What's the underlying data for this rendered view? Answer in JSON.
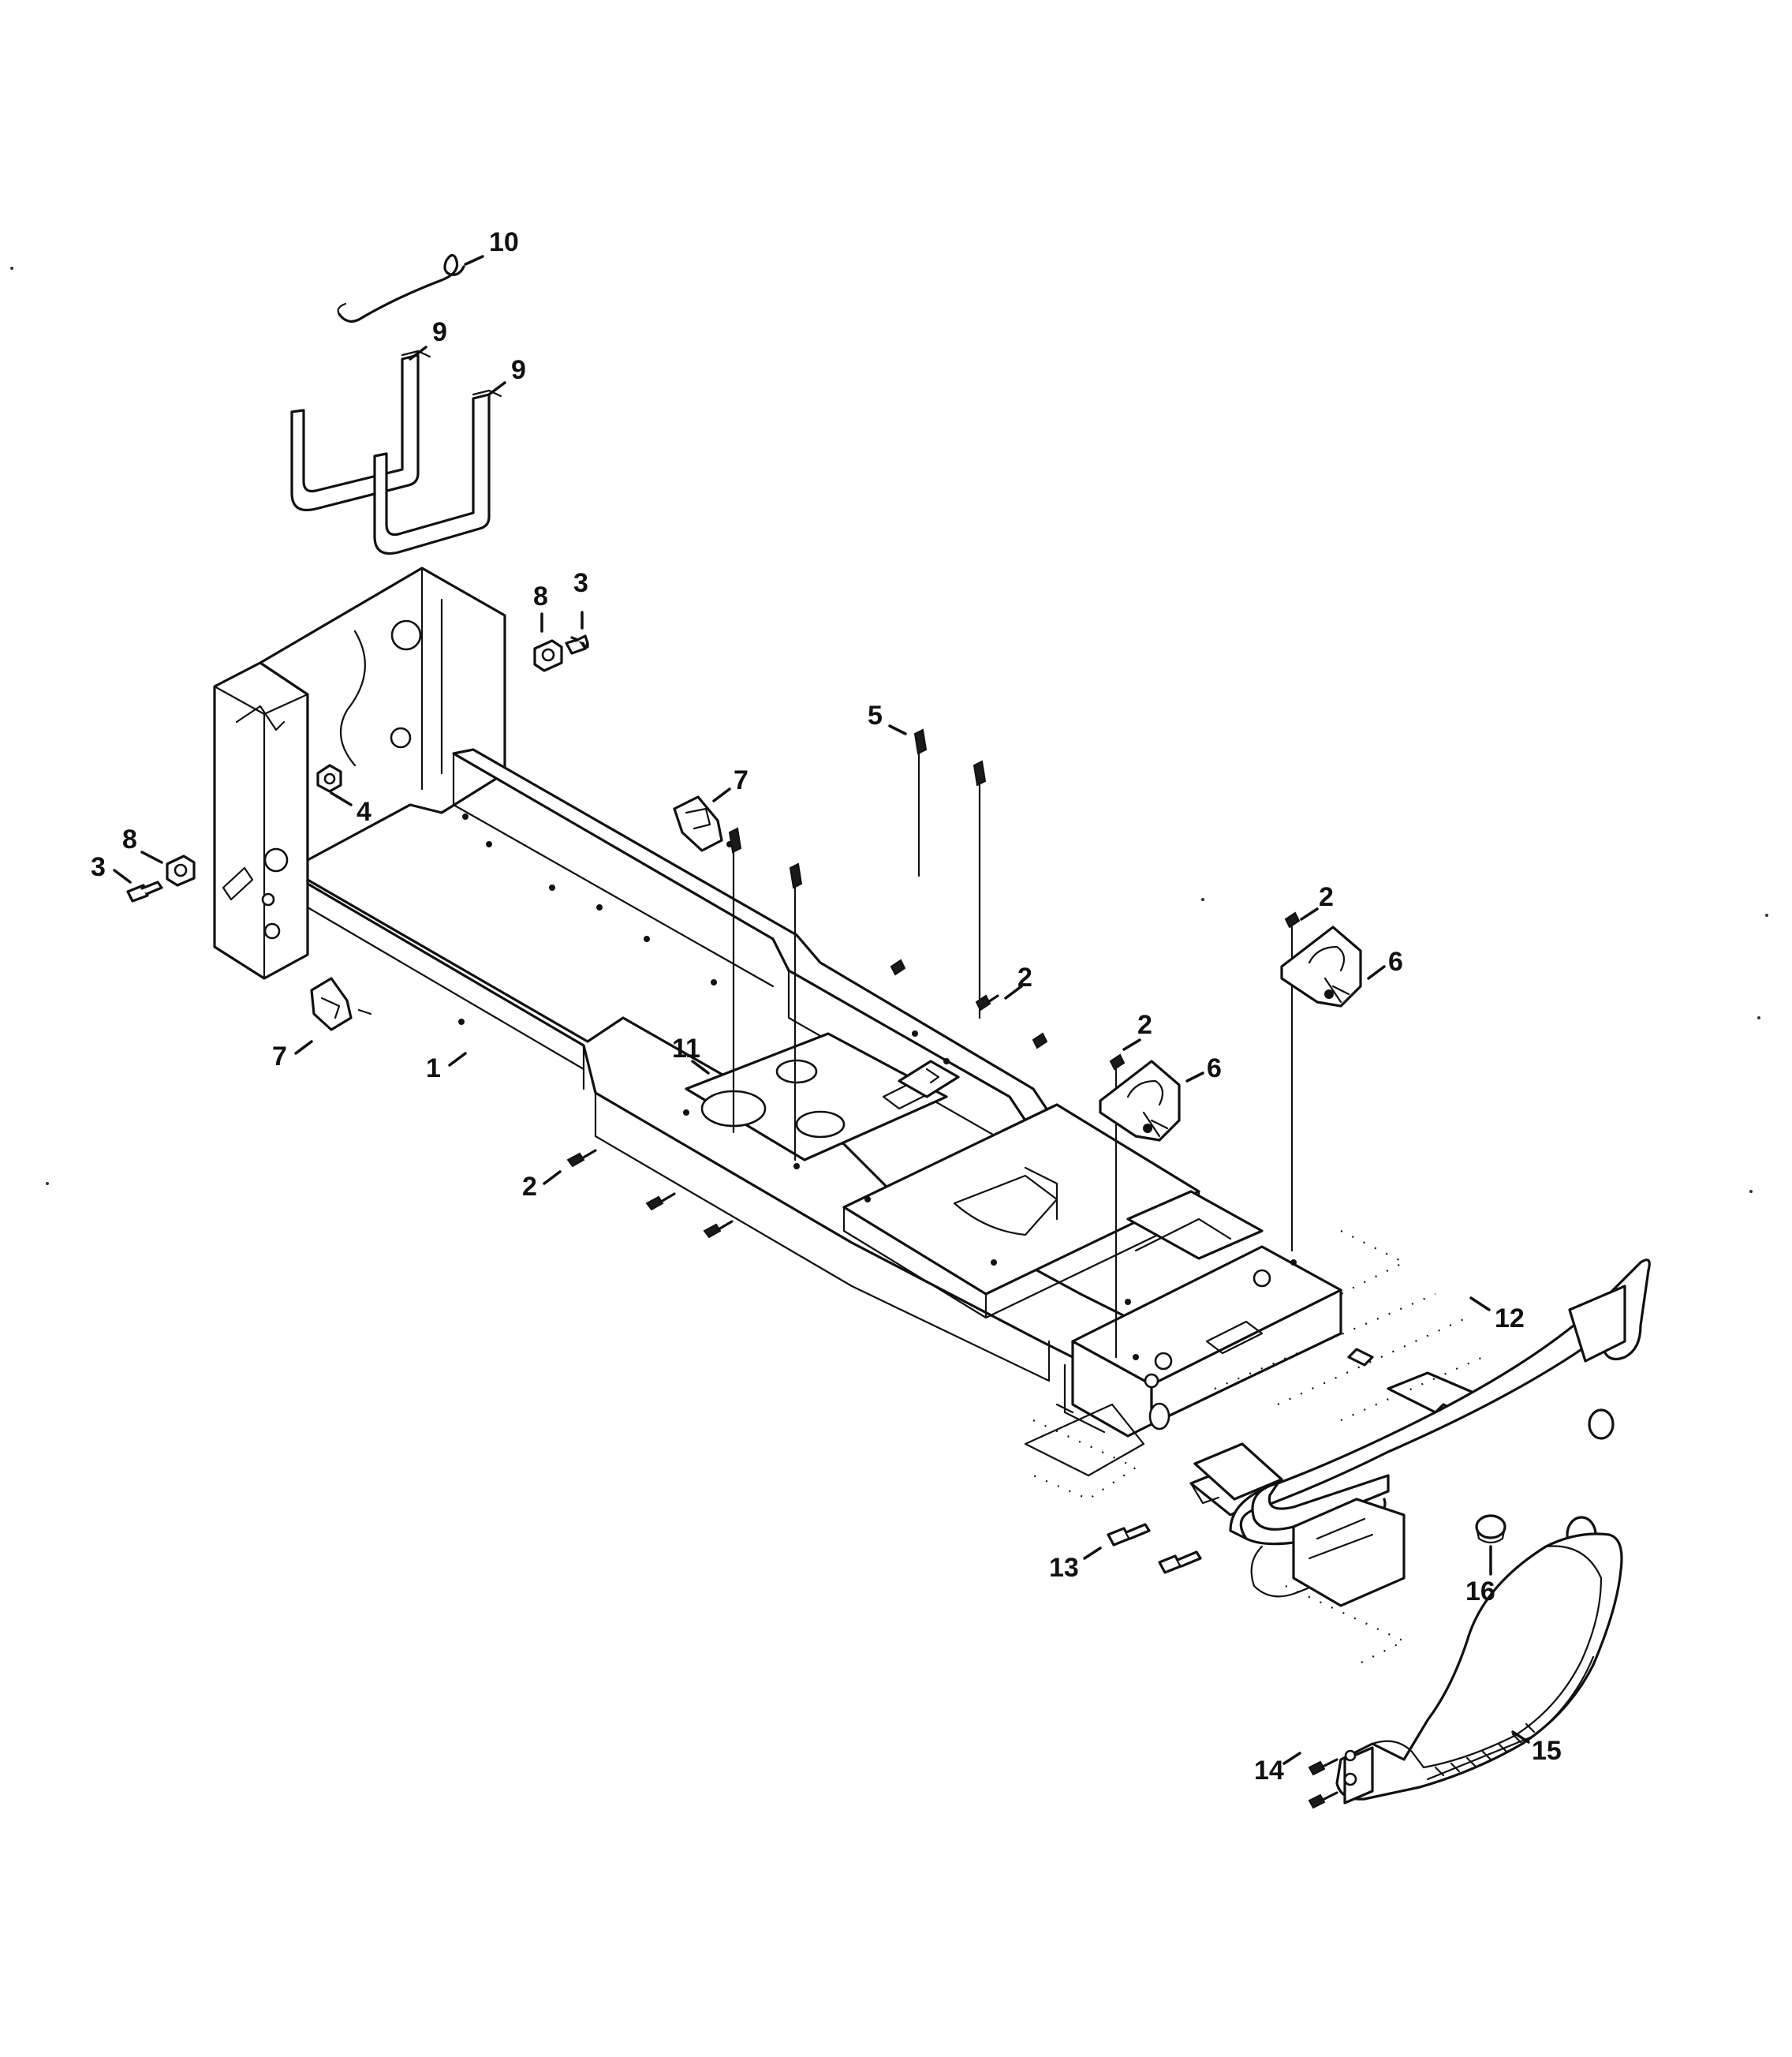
{
  "callouts": [
    {
      "label": "10"
    },
    {
      "label": "9"
    },
    {
      "label": "9"
    },
    {
      "label": "8"
    },
    {
      "label": "3"
    },
    {
      "label": "4"
    },
    {
      "label": "8"
    },
    {
      "label": "3"
    },
    {
      "label": "7"
    },
    {
      "label": "7"
    },
    {
      "label": "1"
    },
    {
      "label": "5"
    },
    {
      "label": "11"
    },
    {
      "label": "2"
    },
    {
      "label": "2"
    },
    {
      "label": "2"
    },
    {
      "label": "6"
    },
    {
      "label": "2"
    },
    {
      "label": "6"
    },
    {
      "label": "12"
    },
    {
      "label": "13"
    },
    {
      "label": "16"
    },
    {
      "label": "15"
    },
    {
      "label": "14"
    }
  ]
}
